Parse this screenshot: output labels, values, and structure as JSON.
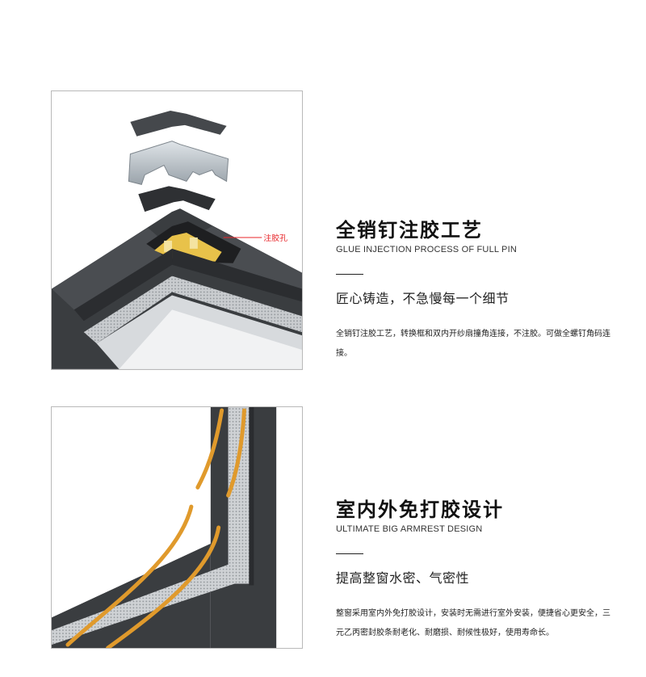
{
  "sections": [
    {
      "title": "全销钉注胶工艺",
      "subtitle": "GLUE INJECTION PROCESS OF FULL PIN",
      "tagline": "匠心铸造，不急慢每一个细节",
      "description": "全销钉注胶工艺，转换框和双内开纱扇撞角连接，不注胶。可做全螺钉角码连接。",
      "callout": "注胶孔"
    },
    {
      "title": "室内外免打胶设计",
      "subtitle": "ULTIMATE BIG ARMREST DESIGN",
      "tagline": "提高整窗水密、气密性",
      "description": "整窗采用室内外免打胶设计，安装时无需进行室外安装，便捷省心更安全，三元乙丙密封胶条耐老化、耐磨损、耐候性极好，使用寿命长。"
    }
  ],
  "colors": {
    "profile_dark": "#3a3d40",
    "gasket_orange": "#e09a2c",
    "callout_red": "#e8262a"
  }
}
